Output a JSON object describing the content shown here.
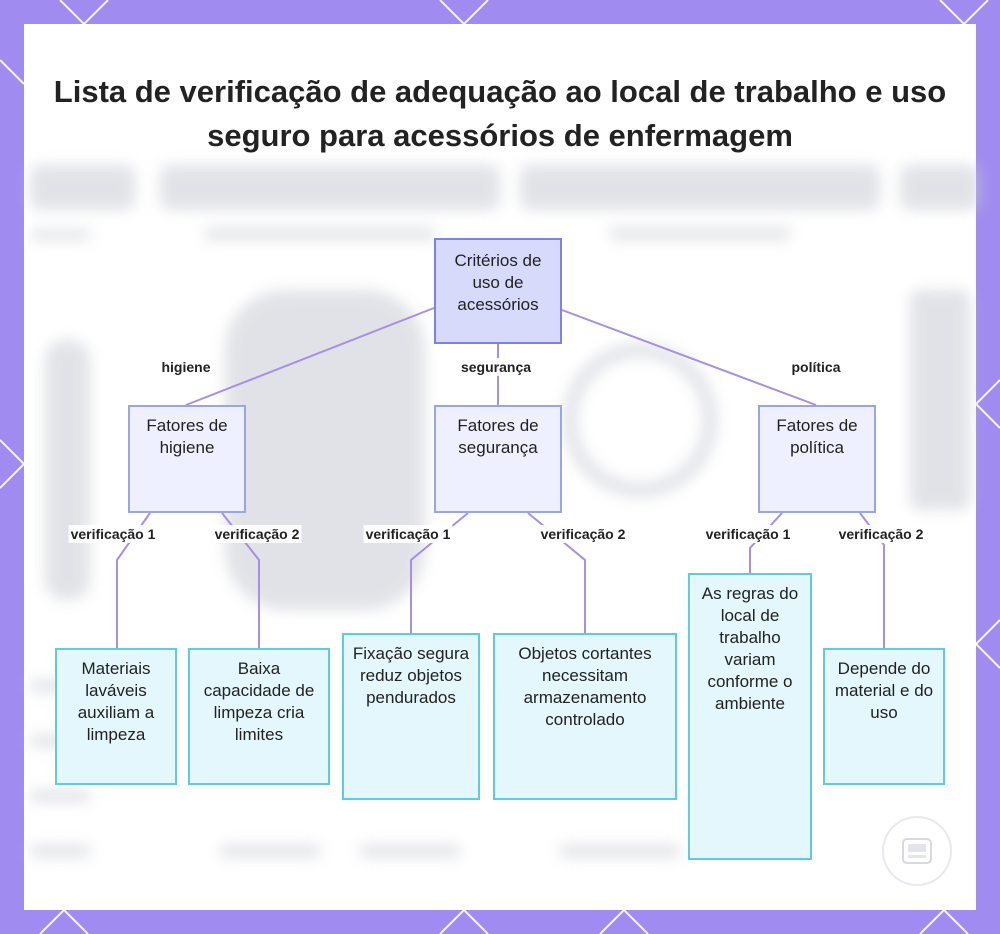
{
  "title": "Lista de verificação de adequação ao local de trabalho e uso seguro para acessórios de enfermagem",
  "colors": {
    "frame": "#a08cf0",
    "edge": "#a78ee6",
    "root_fill": "#d8dafc",
    "root_border": "#7e82e6",
    "mid_fill": "#eef0ff",
    "mid_border": "#9aa4ee",
    "leaf_fill": "#e3f7fc",
    "leaf_border": "#5ecbe0"
  },
  "diagram": {
    "root": {
      "label": "Critérios de uso de acessórios"
    },
    "branches": [
      {
        "edge_label": "higiene",
        "node": {
          "label": "Fatores de higiene"
        },
        "checks": [
          {
            "edge_label": "verificação 1",
            "label": "Materiais laváveis auxiliam a limpeza"
          },
          {
            "edge_label": "verificação 2",
            "label": "Baixa capacidade de limpeza cria limites"
          }
        ]
      },
      {
        "edge_label": "segurança",
        "node": {
          "label": "Fatores de segurança"
        },
        "checks": [
          {
            "edge_label": "verificação 1",
            "label": "Fixação segura reduz objetos pendurados"
          },
          {
            "edge_label": "verificação 2",
            "label": "Objetos cortantes necessitam armazenamento controlado"
          }
        ]
      },
      {
        "edge_label": "política",
        "node": {
          "label": "Fatores de política"
        },
        "checks": [
          {
            "edge_label": "verificação 1",
            "label": "As regras do local de trabalho variam conforme o ambiente"
          },
          {
            "edge_label": "verificação 2",
            "label": "Depende do material e do uso"
          }
        ]
      }
    ]
  }
}
